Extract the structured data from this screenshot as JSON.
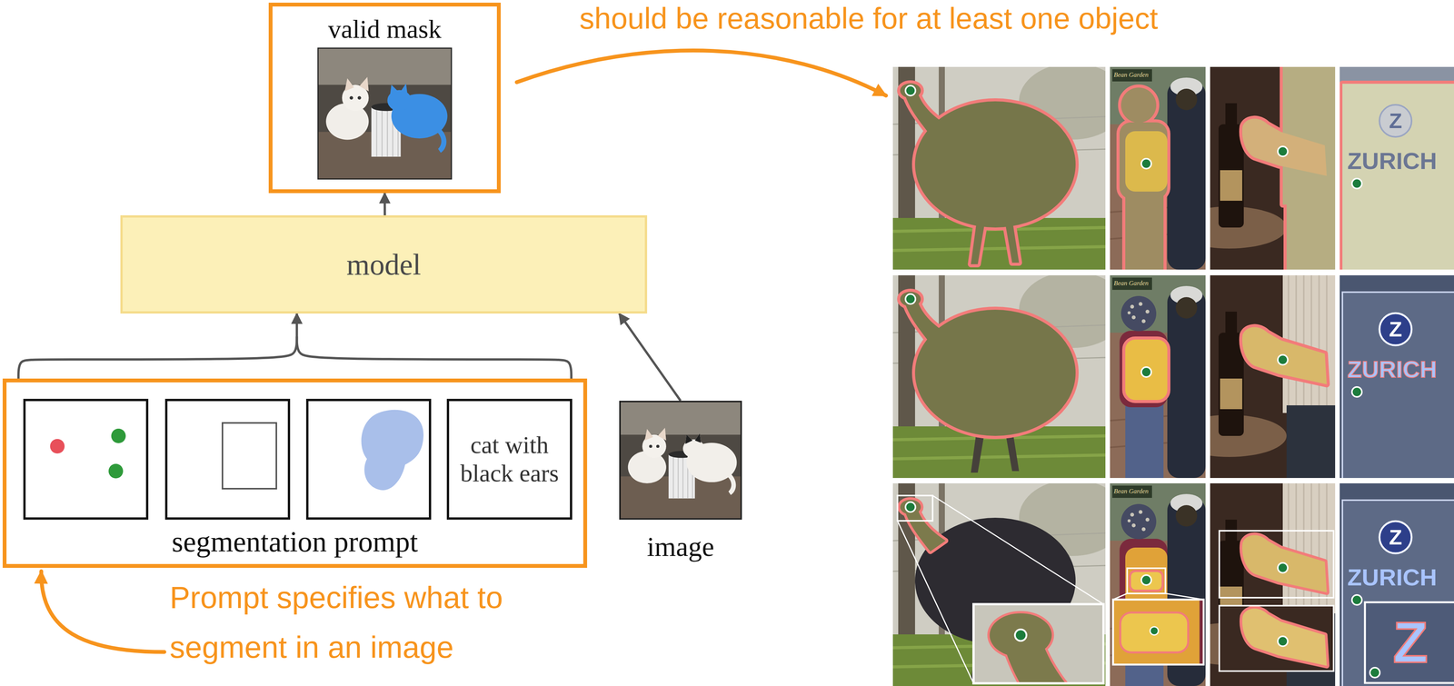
{
  "diagram": {
    "nodes": [
      {
        "text": [
          "valid mask"
        ]
      },
      {
        "text": [
          "model"
        ]
      },
      {
        "text": [
          "segmentation prompt"
        ]
      },
      {
        "text": [
          "cat with black ears"
        ],
        "in": 2
      },
      {
        "text": [
          "image"
        ]
      }
    ],
    "edges": [
      {
        "from": 2,
        "to": 1,
        "arrow": "to"
      },
      {
        "from": 4,
        "to": 1,
        "arrow": "to"
      },
      {
        "from": 1,
        "to": 0,
        "arrow": "to"
      }
    ],
    "labels": [
      "should be reasonable for at least one object",
      "Prompt specifies what to segment in an image",
      "Bean Garden",
      "Z",
      "ZURICH",
      "Bean Garden",
      "Z",
      "ZURICH",
      "Bean Garden",
      "Z",
      "ZURICH",
      "Z"
    ]
  }
}
